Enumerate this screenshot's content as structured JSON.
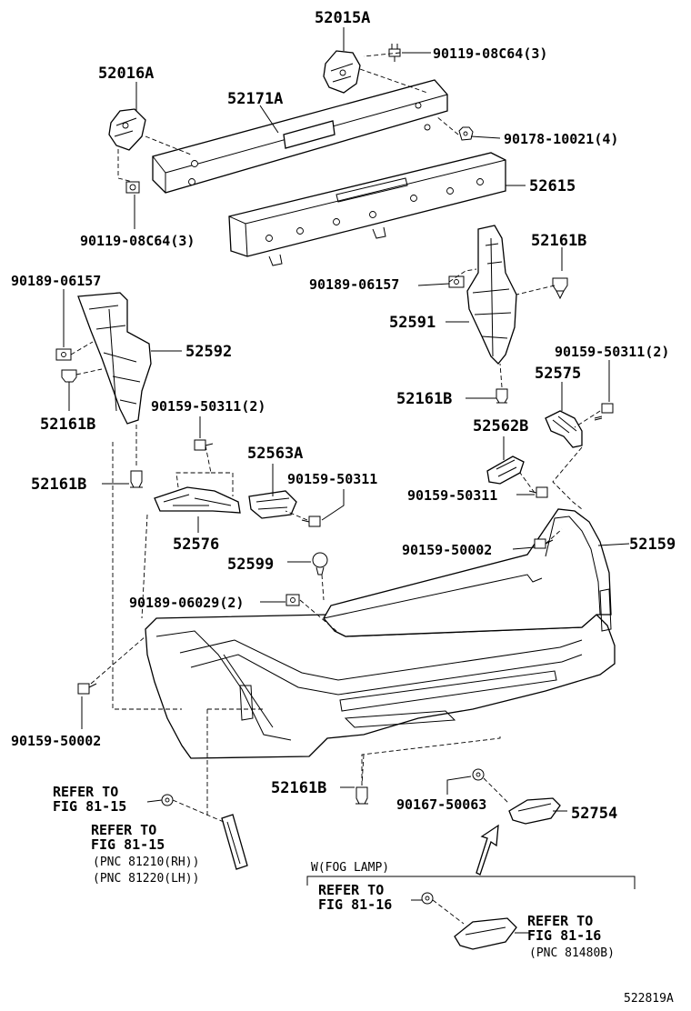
{
  "labels": {
    "l52015A": "52015A",
    "l90119a": "90119-08C64(3)",
    "l52016A": "52016A",
    "l52171A": "52171A",
    "l90178": "90178-10021(4)",
    "l52615": "52615",
    "l90119b": "90119-08C64(3)",
    "l52161B_1": "52161B",
    "l90189_1": "90189-06157",
    "l90189_2": "90189-06157",
    "l52591": "52591",
    "l52592": "52592",
    "l90159_503a": "90159-50311(2)",
    "l52575": "52575",
    "l52161B_2": "52161B",
    "l52161B_3": "52161B",
    "l90159_503b": "90159-50311(2)",
    "l52562B": "52562B",
    "l52563A": "52563A",
    "l90159_503c": "90159-50311",
    "l52161B_4": "52161B",
    "l90159_503d": "90159-50311",
    "l52576": "52576",
    "l90159_500a": "90159-50002",
    "l52159": "52159",
    "l52599": "52599",
    "l90189_060": "90189-06029(2)",
    "l90159_500b": "90159-50002",
    "l52161B_5": "52161B",
    "l90167": "90167-50063",
    "l52754": "52754",
    "refer1a": "REFER TO",
    "refer1b": "FIG 81-15",
    "refer2a": "REFER TO",
    "refer2b": "FIG 81-15",
    "pnc1": "(PNC 81210(RH))",
    "pnc2": "(PNC 81220(LH))",
    "foglamp": "W(FOG LAMP)",
    "refer3a": "REFER TO",
    "refer3b": "FIG 81-16",
    "refer4a": "REFER TO",
    "refer4b": "FIG 81-16",
    "pnc3": "(PNC 81480B)",
    "code": "522819A"
  }
}
